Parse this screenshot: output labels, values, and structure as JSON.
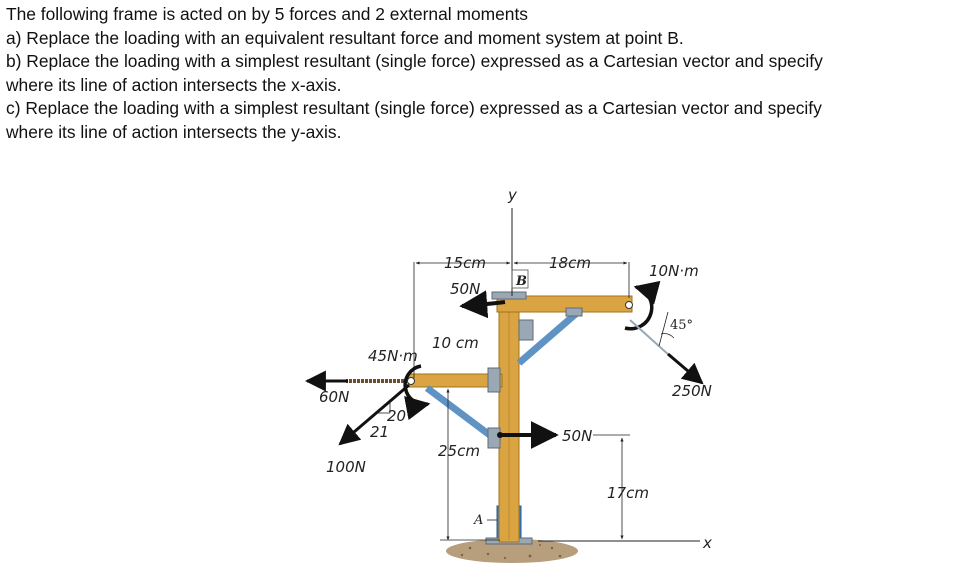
{
  "problem": {
    "lines": [
      "The following frame is acted on by 5 forces and 2 external moments",
      "a) Replace the loading with an equivalent resultant force and moment system at point B.",
      "b) Replace the loading with a simplest resultant (single force) expressed as a Cartesian vector and specify",
      "where its line of action intersects the x-axis.",
      "c) Replace the loading with a simplest resultant (single force) expressed as a Cartesian vector and specify",
      "where its line of action intersects the y-axis."
    ]
  },
  "figure": {
    "labels": {
      "y_axis": "y",
      "x_axis": "x",
      "point_b": "B",
      "point_a": "A",
      "dim_15": "15cm",
      "dim_18": "18cm",
      "dim_10": "10 cm",
      "dim_25": "25cm",
      "dim_17": "17cm",
      "force_50_top": "50N",
      "force_50_right": "50N",
      "force_60": "60N",
      "force_100": "100N",
      "force_250": "250N",
      "moment_45": "45N·m",
      "moment_10": "10N·m",
      "angle_45": "45°",
      "slope_20": "20",
      "slope_21": "21"
    },
    "colors": {
      "wood": "#d9a441",
      "wood_dark": "#b07c22",
      "brace": "#5f93c4",
      "steel": "#9aa8b5",
      "ground": "#b79e7c"
    }
  }
}
